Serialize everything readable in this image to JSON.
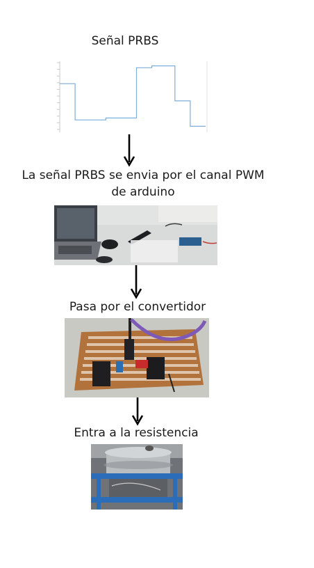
{
  "steps": {
    "title": "Señal PRBS",
    "step1": "La señal PRBS  se envia por el canal PWM\nde arduino",
    "step2": "Pasa por el convertidor",
    "step3": "Entra a la resistencia"
  },
  "chart_data": {
    "type": "line",
    "title": "",
    "xlabel": "",
    "ylabel": "",
    "x": [
      0,
      1,
      1,
      3,
      3,
      5,
      5,
      6,
      6,
      7.5,
      7.5,
      8.5,
      8.5,
      9.5
    ],
    "y": [
      0.72,
      0.72,
      0.15,
      0.15,
      0.18,
      0.18,
      0.97,
      0.97,
      1.0,
      1.0,
      0.45,
      0.45,
      0.05,
      0.05
    ],
    "xlim": [
      0,
      9.5
    ],
    "ylim": [
      0,
      1.05
    ],
    "grid": false,
    "colors": {
      "line": "#7aaedc",
      "axis": "#c8c8c8"
    }
  }
}
